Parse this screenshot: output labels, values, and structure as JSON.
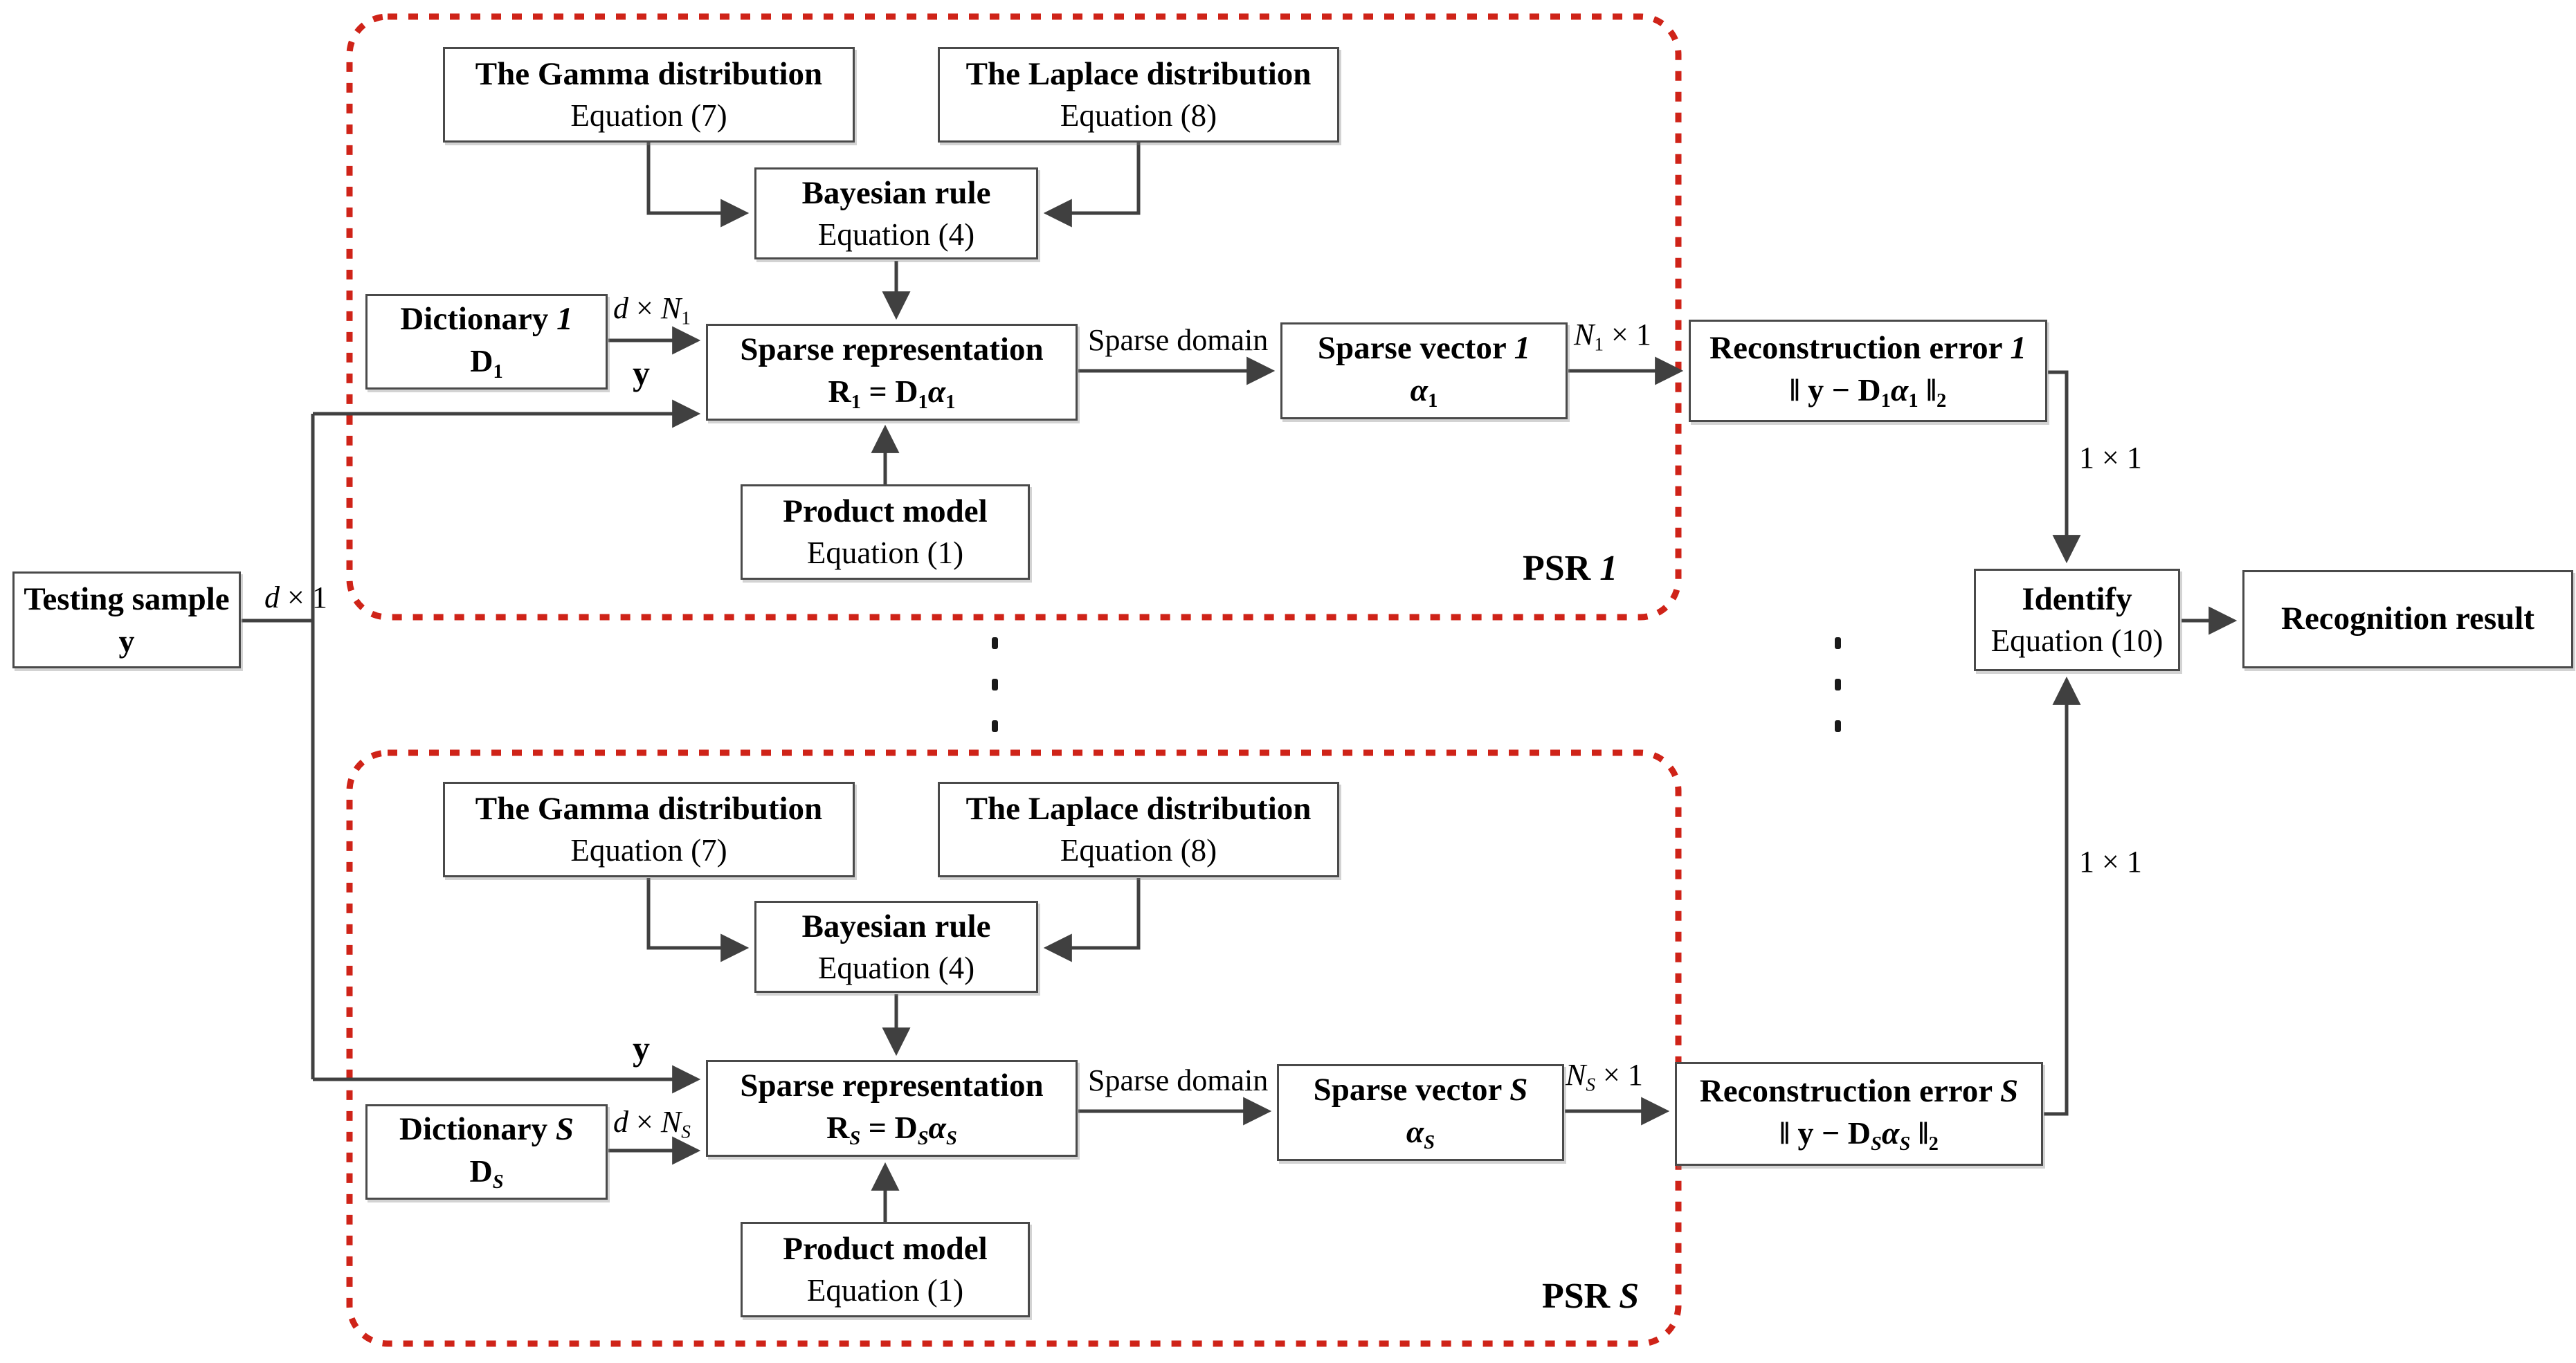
{
  "colors": {
    "accent_red": "#cf2318",
    "wire": "#404040",
    "border": "#4a4a4a"
  },
  "boxes": {
    "testing_sample": {
      "title": "Testing sample",
      "formula": [
        {
          "t": "y"
        }
      ]
    },
    "identify": {
      "title": "Identify",
      "sub": "Equation (10)"
    },
    "recognition": {
      "title": "Recognition result"
    },
    "recon1": {
      "title": [
        {
          "t": "Reconstruction error "
        },
        {
          "t": "1",
          "i": true
        }
      ],
      "formula": [
        {
          "t": "‖ "
        },
        {
          "t": "y"
        },
        {
          "t": " − "
        },
        {
          "t": "D"
        },
        {
          "t": "1",
          "sub": true
        },
        {
          "t": "α",
          "i": true
        },
        {
          "t": "1",
          "sub": true
        },
        {
          "t": " ‖"
        },
        {
          "t": "2",
          "sub": true
        }
      ]
    },
    "reconS": {
      "title": [
        {
          "t": "Reconstruction error "
        },
        {
          "t": "S",
          "i": true
        }
      ],
      "formula": [
        {
          "t": "‖ "
        },
        {
          "t": "y"
        },
        {
          "t": " − "
        },
        {
          "t": "D"
        },
        {
          "t": "S",
          "sub": true,
          "i": true
        },
        {
          "t": "α",
          "i": true
        },
        {
          "t": "S",
          "sub": true,
          "i": true
        },
        {
          "t": " ‖"
        },
        {
          "t": "2",
          "sub": true
        }
      ]
    },
    "psr1": {
      "label": [
        {
          "t": "PSR "
        },
        {
          "t": "1",
          "i": true
        }
      ],
      "gamma": {
        "title": "The Gamma distribution",
        "sub": "Equation (7)"
      },
      "laplace": {
        "title": "The Laplace distribution",
        "sub": "Equation (8)"
      },
      "bayesian": {
        "title": "Bayesian rule",
        "sub": "Equation (4)"
      },
      "dictionary": {
        "title": [
          {
            "t": "Dictionary "
          },
          {
            "t": "1",
            "i": true
          }
        ],
        "formula": [
          {
            "t": "D"
          },
          {
            "t": "1",
            "sub": true
          }
        ]
      },
      "sparse_repr": {
        "title": "Sparse representation",
        "formula": [
          {
            "t": "R"
          },
          {
            "t": "1",
            "sub": true
          },
          {
            "t": " = "
          },
          {
            "t": "D"
          },
          {
            "t": "1",
            "sub": true
          },
          {
            "t": "α",
            "i": true
          },
          {
            "t": "1",
            "sub": true
          }
        ]
      },
      "product": {
        "title": "Product model",
        "sub": "Equation (1)"
      },
      "sparse_vector": {
        "title": [
          {
            "t": "Sparse vector "
          },
          {
            "t": "1",
            "i": true
          }
        ],
        "formula": [
          {
            "t": "α",
            "i": true
          },
          {
            "t": "1",
            "sub": true
          }
        ]
      }
    },
    "psrS": {
      "label": [
        {
          "t": "PSR "
        },
        {
          "t": "S",
          "i": true
        }
      ],
      "gamma": {
        "title": "The Gamma distribution",
        "sub": "Equation (7)"
      },
      "laplace": {
        "title": "The Laplace distribution",
        "sub": "Equation (8)"
      },
      "bayesian": {
        "title": "Bayesian rule",
        "sub": "Equation (4)"
      },
      "dictionary": {
        "title": [
          {
            "t": "Dictionary "
          },
          {
            "t": "S",
            "i": true
          }
        ],
        "formula": [
          {
            "t": "D"
          },
          {
            "t": "S",
            "sub": true,
            "i": true
          }
        ]
      },
      "sparse_repr": {
        "title": "Sparse representation",
        "formula": [
          {
            "t": "R"
          },
          {
            "t": "S",
            "sub": true,
            "i": true
          },
          {
            "t": " = "
          },
          {
            "t": "D"
          },
          {
            "t": "S",
            "sub": true,
            "i": true
          },
          {
            "t": "α",
            "i": true
          },
          {
            "t": "S",
            "sub": true,
            "i": true
          }
        ]
      },
      "product": {
        "title": "Product model",
        "sub": "Equation (1)"
      },
      "sparse_vector": {
        "title": [
          {
            "t": "Sparse vector "
          },
          {
            "t": "S",
            "i": true
          }
        ],
        "formula": [
          {
            "t": "α",
            "i": true
          },
          {
            "t": "S",
            "sub": true,
            "i": true
          }
        ]
      }
    }
  },
  "labels": {
    "d_x_1": [
      {
        "t": "d",
        "i": true
      },
      {
        "t": " × 1"
      }
    ],
    "d_x_n1": [
      {
        "t": "d",
        "i": true
      },
      {
        "t": " × "
      },
      {
        "t": "N",
        "i": true
      },
      {
        "t": "1",
        "sub": true
      }
    ],
    "d_x_ns": [
      {
        "t": "d",
        "i": true
      },
      {
        "t": " × "
      },
      {
        "t": "N",
        "i": true
      },
      {
        "t": "S",
        "sub": true,
        "i": true
      }
    ],
    "y_top": "y",
    "y_bottom": "y",
    "sparse_domain_top": "Sparse domain",
    "sparse_domain_bottom": "Sparse domain",
    "n1_x_1": [
      {
        "t": "N",
        "i": true
      },
      {
        "t": "1",
        "sub": true
      },
      {
        "t": " × 1"
      }
    ],
    "ns_x_1": [
      {
        "t": "N",
        "i": true
      },
      {
        "t": "S",
        "sub": true,
        "i": true
      },
      {
        "t": " × 1"
      }
    ],
    "one_x_one_top": "1 × 1",
    "one_x_one_bottom": "1 × 1"
  }
}
